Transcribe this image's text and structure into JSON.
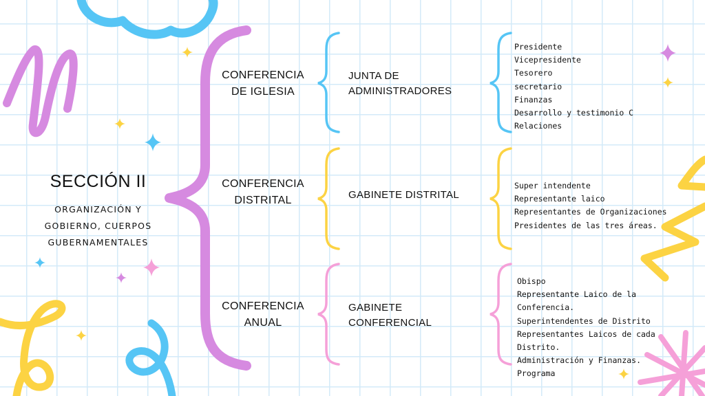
{
  "section": {
    "title": "SECCIÓN II",
    "subtitle": "ORGANIZACIÓN Y\nGOBIERNO, CUERPOS\nGUBERNAMENTALES"
  },
  "branches": [
    {
      "conference": "CONFERENCIA\nDE IGLESIA",
      "body": "JUNTA DE\nADMINISTRADORES",
      "items": [
        "Presidente",
        "Vicepresidente",
        "Tesorero",
        "secretario",
        "Finanzas",
        "Desarrollo y testimonio C",
        "Relaciones"
      ]
    },
    {
      "conference": "CONFERENCIA\nDISTRITAL",
      "body": "GABINETE DISTRITAL",
      "items": [
        "Super intendente",
        "Representante laico",
        "Representantes de Organizaciones",
        "Presidentes de las tres áreas."
      ]
    },
    {
      "conference": "CONFERENCIA\nANUAL",
      "body": "GABINETE\nCONFERENCIAL",
      "items": [
        "Obispo",
        "Representante Laico de la",
        "Conferencia.",
        "Superintendentes de Distrito",
        "Representantes Laicos de cada",
        "Distrito.",
        "Administración y Finanzas.",
        "Programa"
      ]
    }
  ],
  "colors": {
    "purple": "#d68ae0",
    "blue": "#56c5f5",
    "yellow": "#fcd343",
    "pink": "#f5a0d8"
  }
}
